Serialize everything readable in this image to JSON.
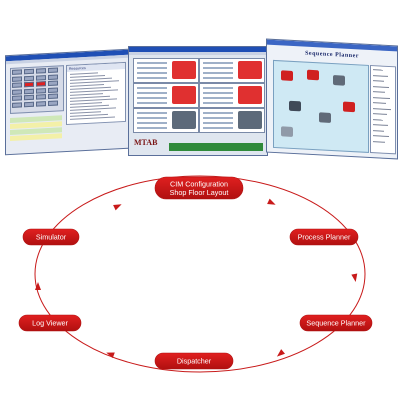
{
  "screens": {
    "left": {
      "list_header": "Resources"
    },
    "middle": {
      "logo": "MTAB"
    },
    "right": {
      "title": "Sequence Planner"
    }
  },
  "cycle": {
    "nodes": [
      {
        "id": "cim",
        "lines": [
          "CIM Configuration",
          "Shop Floor Layout"
        ]
      },
      {
        "id": "process",
        "lines": [
          "Process Planner"
        ]
      },
      {
        "id": "sequence",
        "lines": [
          "Sequence Planner"
        ]
      },
      {
        "id": "dispatcher",
        "lines": [
          "Dispatcher"
        ]
      },
      {
        "id": "log",
        "lines": [
          "Log Viewer"
        ]
      },
      {
        "id": "simulator",
        "lines": [
          "Simulator"
        ]
      }
    ],
    "colors": {
      "node_fill": "#e02020",
      "node_dark": "#b01010",
      "arrow": "#c81a1a"
    }
  }
}
